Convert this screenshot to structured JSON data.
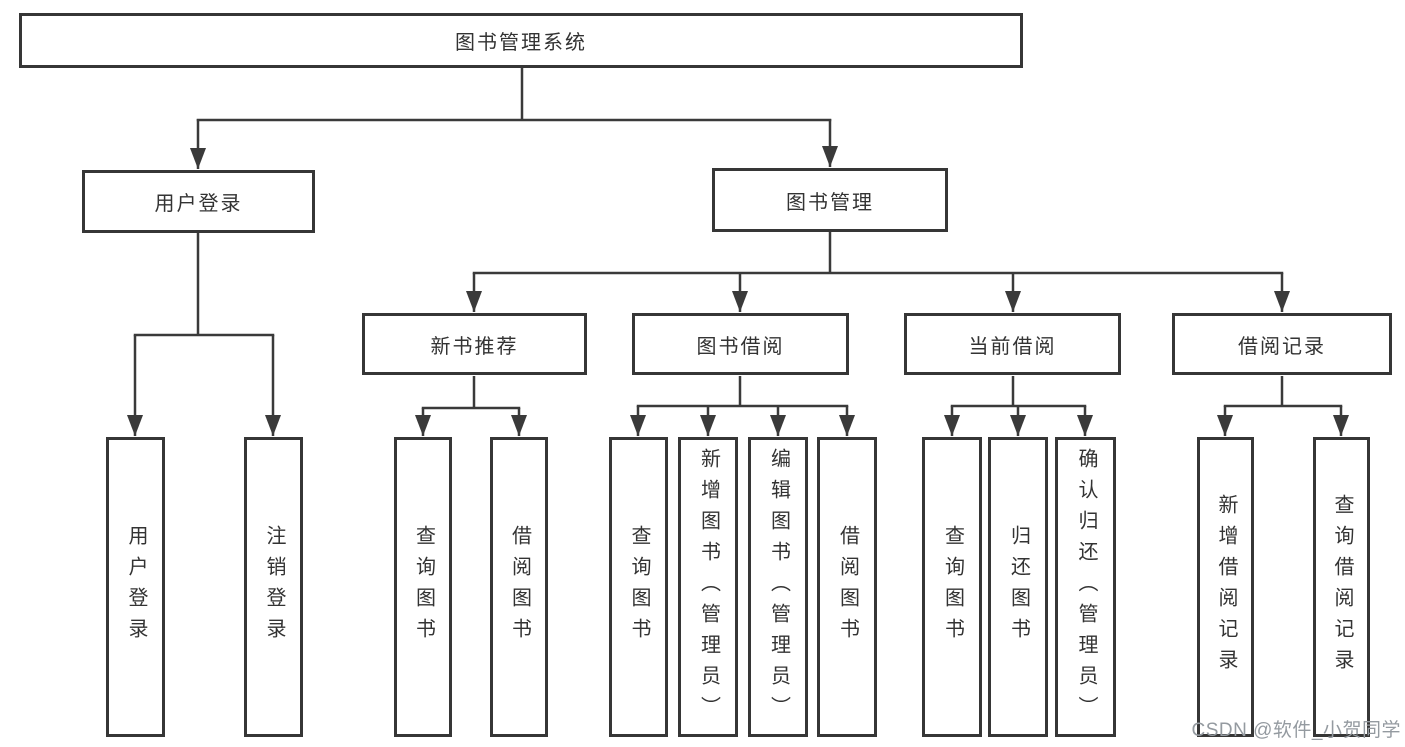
{
  "tree": {
    "root": "图书管理系统",
    "user": {
      "label": "用户登录",
      "children": [
        "用户登录",
        "注销登录"
      ]
    },
    "manage": {
      "label": "图书管理",
      "sections": [
        {
          "label": "新书推荐",
          "children": [
            "查询图书",
            "借阅图书"
          ]
        },
        {
          "label": "图书借阅",
          "children": [
            "查询图书",
            "新增图书（管理员）",
            "编辑图书（管理员）",
            "借阅图书"
          ]
        },
        {
          "label": "当前借阅",
          "children": [
            "查询图书",
            "归还图书",
            "确认归还（管理员）"
          ]
        },
        {
          "label": "借阅记录",
          "children": [
            "新增借阅记录",
            "查询借阅记录"
          ]
        }
      ]
    }
  },
  "watermark": {
    "text": "CSDN @软件_小贺同学"
  },
  "colors": {
    "line": "#3a3a3a",
    "box_border": "#363636",
    "text": "#333333",
    "watermark": "#949aa0",
    "background": "#ffffff"
  }
}
